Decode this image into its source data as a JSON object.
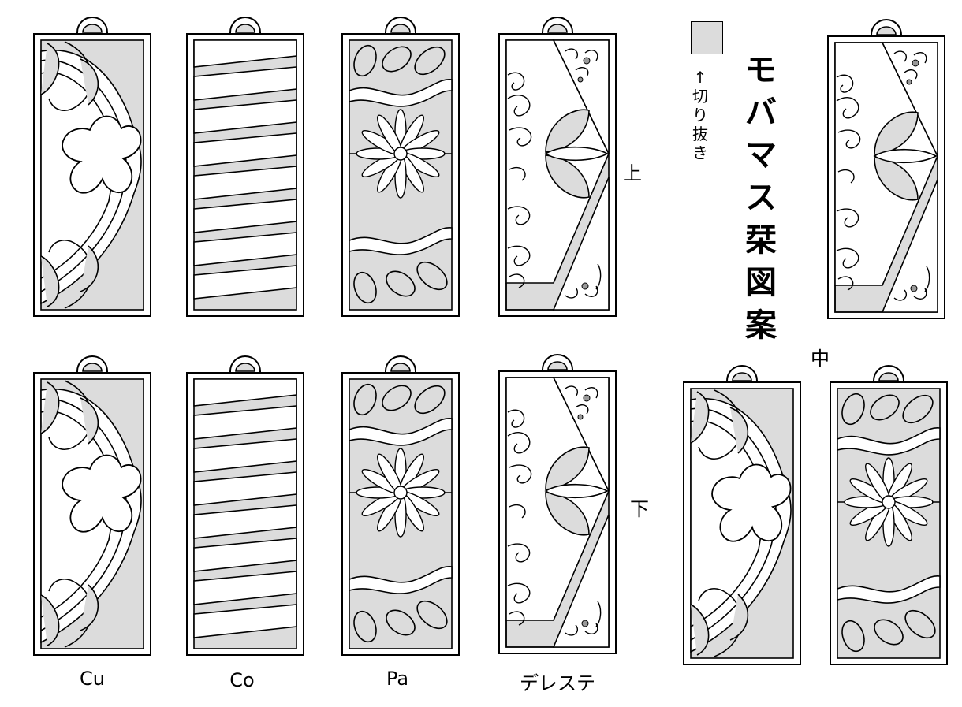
{
  "title_chars": [
    "モ",
    "バ",
    "マ",
    "ス",
    "栞",
    "図",
    "案"
  ],
  "legend": {
    "arrow": "↑",
    "chars": [
      "切",
      "り",
      "抜",
      "き"
    ]
  },
  "row_labels": {
    "top": "上",
    "middle": "中",
    "bottom": "下"
  },
  "captions": {
    "cu": "Cu",
    "co": "Co",
    "pa": "Pa",
    "deresute": "デレステ"
  },
  "colors": {
    "fill": "#dcdcdc",
    "line": "#000000",
    "paper": "#ffffff"
  }
}
